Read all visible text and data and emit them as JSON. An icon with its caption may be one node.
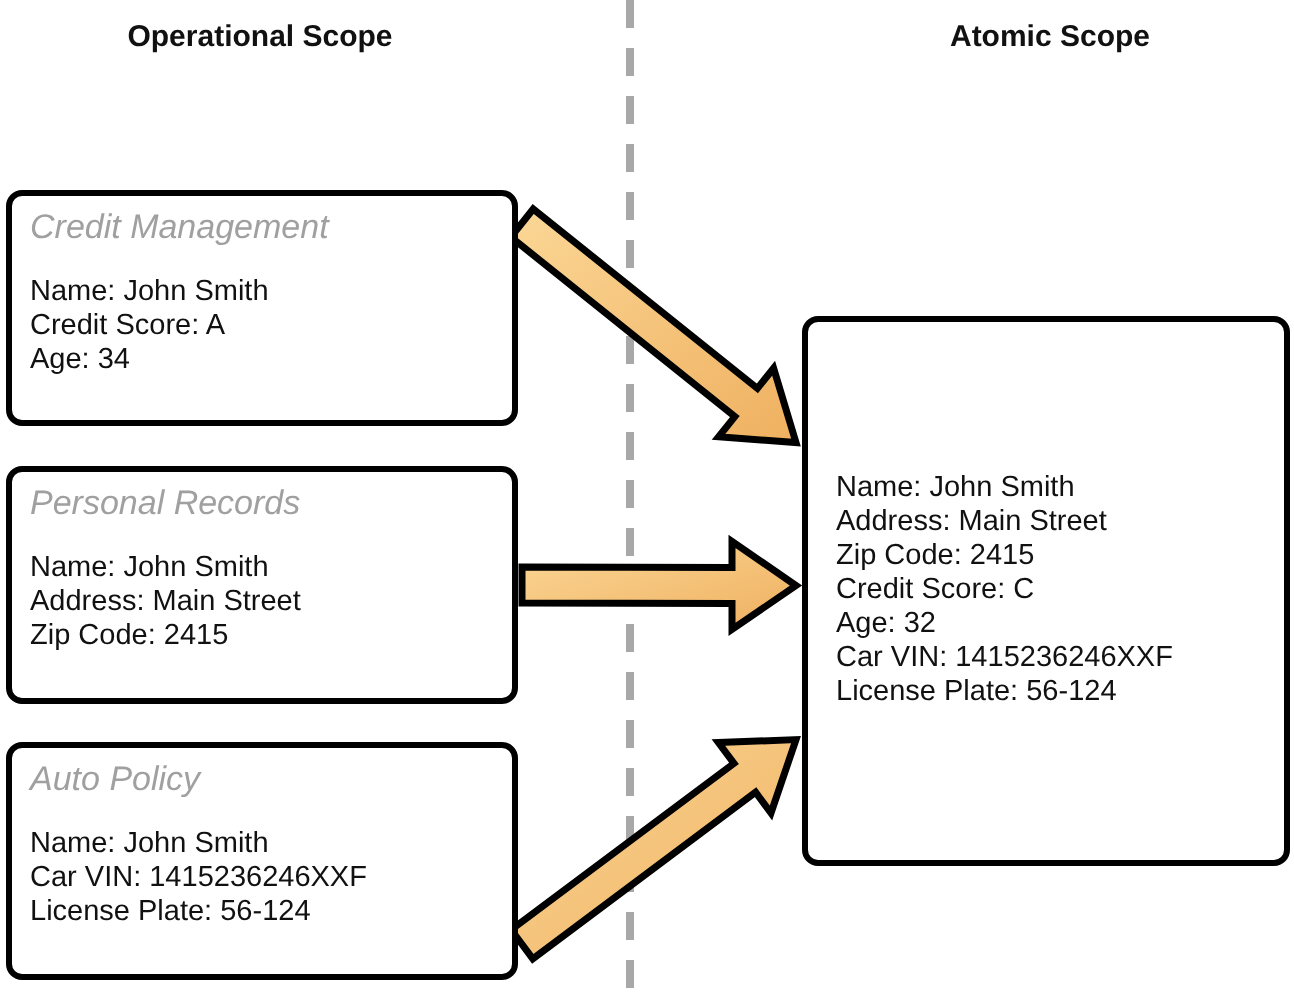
{
  "diagram": {
    "nodes": [
      {
        "text": [
          "Credit Management",
          "Name: John Smith",
          "Credit Score: A",
          "Age: 34"
        ]
      },
      {
        "text": [
          "Personal Records",
          "Name: John Smith",
          "Address: Main Street",
          "Zip Code: 2415"
        ]
      },
      {
        "text": [
          "Auto Policy",
          "Name: John Smith",
          "Car VIN: 1415236246XXF",
          "License Plate: 56-124"
        ]
      },
      {
        "text": [
          "Name: John Smith",
          "Address: Main Street",
          "Zip Code: 2415",
          "Credit Score: C",
          "Age: 32",
          "Car VIN: 1415236246XXF",
          "License Plate: 56-124"
        ]
      }
    ],
    "edges": [
      {
        "from": 0,
        "to": 3,
        "arrow": "to"
      },
      {
        "from": 1,
        "to": 3,
        "arrow": "to"
      },
      {
        "from": 2,
        "to": 3,
        "arrow": "to"
      }
    ],
    "labels": [
      "Operational Scope",
      "Atomic Scope"
    ]
  }
}
